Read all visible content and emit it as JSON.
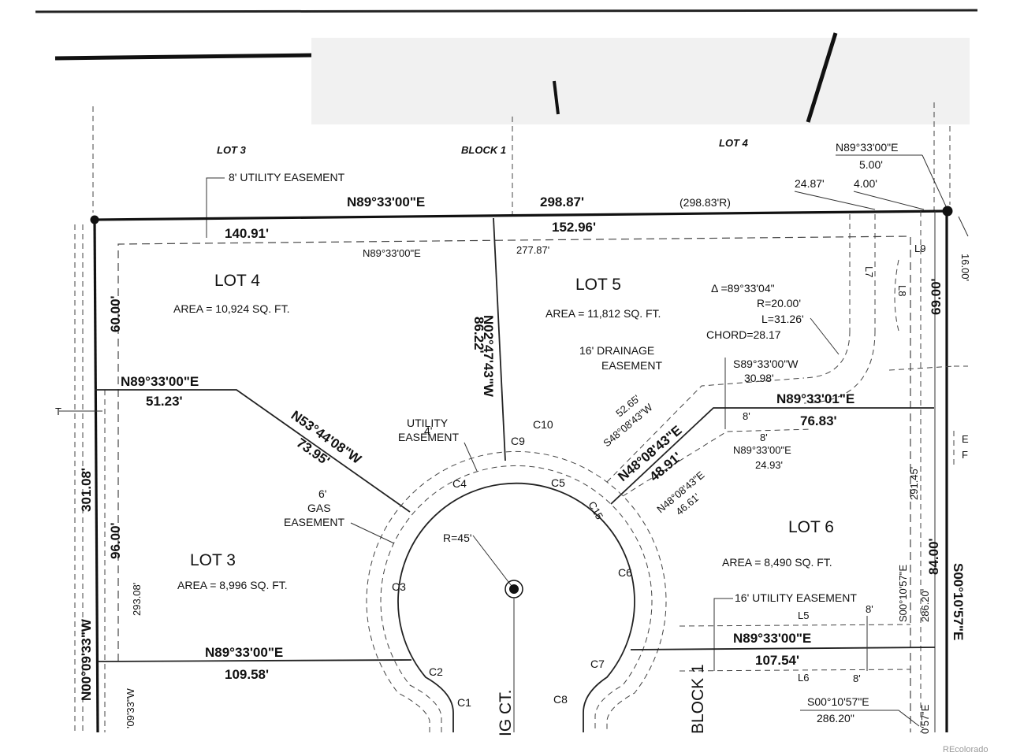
{
  "top": {
    "lot3": "LOT 3",
    "block1": "BLOCK 1",
    "lot4": "LOT 4",
    "bearing_ne": "N89°33'00\"E",
    "dist_500": "5.00'",
    "utility_8": "8' UTILITY EASEMENT",
    "dist_2487": "24.87'",
    "dist_400": "4.00'"
  },
  "north_line": {
    "bearing": "N89°33'00\"E",
    "distance": "298.87'",
    "record": "(298.83'R)",
    "seg1": "140.91'",
    "seg2": "152.96'",
    "inner_bearing": "N89°33'00\"E",
    "inner_dist": "277.87'"
  },
  "lot4": {
    "name": "LOT 4",
    "area": "AREA = 10,924 SQ. FT.",
    "west": "60.00'",
    "bearing": "N89°33'00\"E",
    "dist": "51.23'"
  },
  "lot5": {
    "name": "LOT 5",
    "area": "AREA = 11,812 SQ. FT.",
    "bearing": "N02°47'43\"W",
    "dist": "86.22'"
  },
  "curve": {
    "delta": "Δ =89°33'04\"",
    "r": "R=20.00'",
    "l": "L=31.26'",
    "chord": "CHORD=28.17",
    "L7": "L7",
    "L8": "L8",
    "L9": "L9",
    "d1600": "16.00'",
    "d6900": "69.00'"
  },
  "drainage": {
    "label1": "16' DRAINAGE",
    "label2": "EASEMENT",
    "s_bearing": "S89°33'00\"W",
    "s_dist": "30.98'",
    "n_bearing": "N89°33'01\"E",
    "n_dist": "76.83'",
    "e_bearing": "N89°33'00\"E",
    "e_dist": "24.93'",
    "d8a": "8'",
    "d8b": "8'"
  },
  "diag": {
    "d5265": "52.65'",
    "s480843": "S48°08'43\"W",
    "n480843": "N48°08'43\"E",
    "d4891": "48.91'",
    "n480843b": "N48°08'43\"E",
    "d4661": "46.61'",
    "n534408": "N53°44'08\"W",
    "d7395": "73.95'"
  },
  "center": {
    "util1": "4'",
    "util2": "UTILITY",
    "util3": "EASEMENT",
    "c10": "C10",
    "c9": "C9",
    "c4": "C4",
    "c5": "C5",
    "c15": "C15",
    "r45": "R=45'",
    "c3": "C3",
    "c6": "C6",
    "c2": "C2",
    "c7": "C7",
    "c1": "C1",
    "c8": "C8",
    "gas1": "6'",
    "gas2": "GAS",
    "gas3": "EASEMENT",
    "street": "IG CT."
  },
  "lot3": {
    "name": "LOT 3",
    "area": "AREA = 8,996 SQ. FT.",
    "west_96": "96.00'",
    "west_total": "301.08'",
    "west_bearing": "N00°09'33\"W",
    "inner_29308": "293.08'",
    "bearing": "N89°33'00\"E",
    "dist": "109.58'",
    "frag_0933": "'09'33\"W",
    "frag_t": "T"
  },
  "lot6": {
    "name": "LOT 6",
    "area": "AREA = 8,490 SQ. FT.",
    "util": "16' UTILITY EASEMENT",
    "L5": "L5",
    "L6": "L6",
    "bearing": "N89°33'00\"E",
    "dist": "107.54'",
    "d8c": "8'",
    "d8d": "8'",
    "block1": "BLOCK 1",
    "d29145": "291.45'",
    "s_bearing": "S00°10'57\"E",
    "d8400": "84.00'",
    "d28620": "286.20'",
    "east_rot": "S00°10'57\"E",
    "bot_bearing": "S00°10'57\"E",
    "bot_dist": "286.20\"",
    "frag_057": "0'57\"E",
    "frag_e": "E",
    "frag_f": "F"
  },
  "watermark": "REcolorado",
  "colors": {
    "ink": "#111111",
    "paper": "#ffffff"
  }
}
